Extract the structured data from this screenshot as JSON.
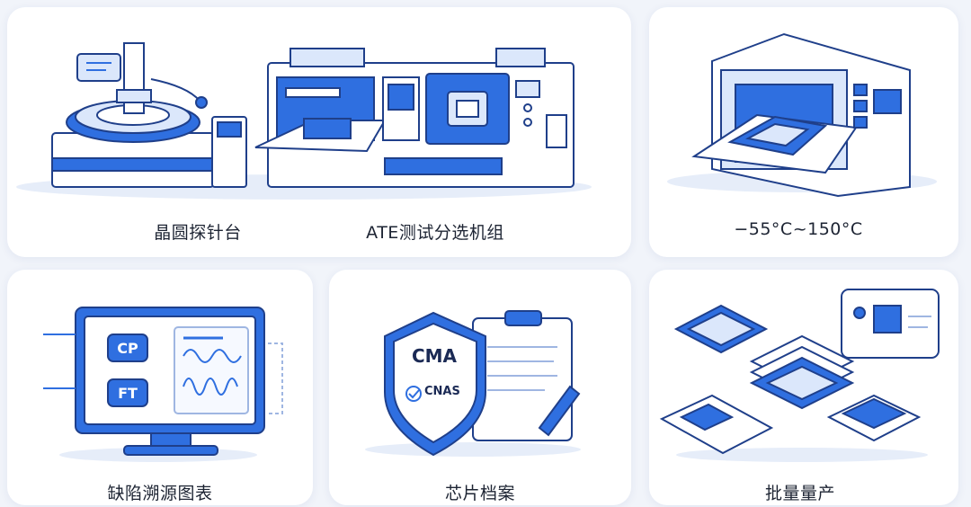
{
  "cards": {
    "wafer_prober": {
      "label": "晶圆探针台"
    },
    "ate_handler": {
      "label": "ATE测试分选机组"
    },
    "temp_range": {
      "label": "−55°C~150°C"
    },
    "defect_trace": {
      "label": "缺陷溯源图表",
      "cp": "CP",
      "ft": "FT"
    },
    "chip_archive": {
      "label": "芯片档案",
      "cma": "CMA",
      "cnas": "CNAS"
    },
    "mass_production": {
      "label": "批量量产"
    }
  },
  "colors": {
    "primary": "#2f6fe0",
    "dark_blue": "#1b4fb8",
    "outline": "#1f3f8a",
    "light_blue": "#dbe7fb",
    "background": "#f1f4fa"
  }
}
